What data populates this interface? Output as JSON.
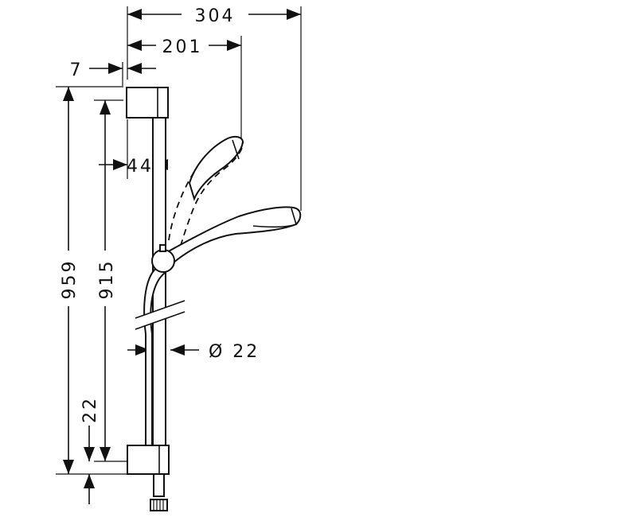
{
  "dimensions": {
    "overall_width": "304",
    "head_reach": "201",
    "wall_offset": "7",
    "bar_offset": "44",
    "total_height": "959",
    "bar_length": "915",
    "bottom_offset": "22",
    "bar_diameter": "Ø 22"
  }
}
